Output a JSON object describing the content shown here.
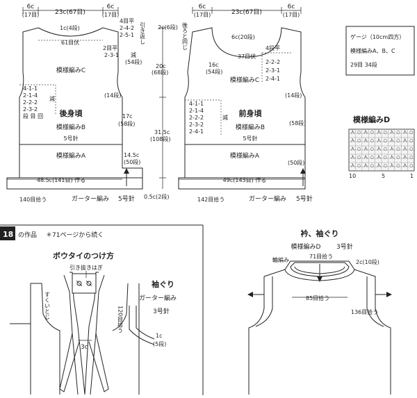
{
  "back": {
    "top_left_6c": "6c",
    "top_left_17": "(17目)",
    "top_mid": "23c(67目)",
    "top_right_6c": "6c",
    "top_right_17": "(17目)",
    "neck_1c4": "1c(4段)",
    "neck_4mokuhira": "4目平",
    "neck_242": "2-4-2",
    "neck_251": "2-5-1",
    "neck_hikinuki": "引き返し",
    "neck_2c6": "2c(6段)",
    "neck_61": "61目伏",
    "shoulder_2mokuhira": "2目平",
    "shoulder_231": "2-3-1",
    "shoulder_gen": "減",
    "pattern_c": "模様編みC",
    "arm_54": "(54段)",
    "arm_20c": "20c",
    "arm_68": "(68段)",
    "dec_4111": "4-1-1",
    "dec_2141": "2-1-4",
    "dec_2222": "2-2-2",
    "dec_2232": "2-3-2",
    "dec_gen": "減",
    "dec_header": "段 目 回",
    "title": "後身頃",
    "pattern_b": "模様編みB",
    "needle_5": "5号針",
    "side_14": "(14段)",
    "side_17c": "17c",
    "side_58": "(58段)",
    "total_315c": "31.5c",
    "total_108": "(108段)",
    "pattern_a": "模様編みA",
    "side_145c": "14.5c",
    "side_50": "(50段)",
    "cast_on": "48.5c(141目) 作る",
    "pick_up": "140目拾う",
    "garter": "ガーター編み",
    "garter_needle": "5号針",
    "hem_05c": "0.5c(2段)"
  },
  "front": {
    "top_left_6c": "6c",
    "top_left_17": "(17目)",
    "top_mid": "23c(67目)",
    "top_right_6c": "6c",
    "top_right_17": "(17目)",
    "same_as_back": "後ろと同じ",
    "neck_6c20": "6c(20段)",
    "neck_4mokuhira": "4段平",
    "neck_37": "37目伏",
    "neck_16c": "16c",
    "neck_54": "(54段)",
    "neck_2222": "2-2-2",
    "neck_2231": "2-3-1",
    "neck_2241": "2-4-1",
    "pattern_c": "模様編みC",
    "arm_14": "(14段)",
    "dec_4111": "4-1-1",
    "dec_2141": "2-1-4",
    "dec_2222": "2-2-2",
    "dec_2232": "2-3-2",
    "dec_2241": "2-4-1",
    "dec_gen": "減",
    "title": "前身頃",
    "pattern_b": "模様編みB",
    "needle_5": "5号針",
    "side_58": "(58段)",
    "pattern_a": "模様編みA",
    "side_50": "(50段)",
    "cast_on": "49c(143目) 作る",
    "pick_up": "142目拾う",
    "garter": "ガーター編み",
    "garter_needle": "5号針"
  },
  "gauge": {
    "title": "ゲージ（10cm四方）",
    "patterns": "模様編みA、B、C",
    "count": "29目 34段"
  },
  "pattern_d": {
    "title": "模様編みD",
    "scale_10": "10",
    "scale_5": "5",
    "scale_1": "1"
  },
  "work18": {
    "number": "18",
    "label": "の作品",
    "cont": "＊71ページから続く"
  },
  "bowtie": {
    "title": "ボウタイのつけ方",
    "hikinuki": "引き抜きはぎ",
    "suikuitoji": "すくいとじ",
    "size_3c": "3c"
  },
  "armhole": {
    "title": "袖ぐり",
    "method": "ガーター編み",
    "needle": "3号針",
    "pick_120": "120目拾う",
    "size_1c": "1c",
    "rows_5": "(5段)"
  },
  "collar": {
    "title": "衿、袖ぐり",
    "method": "模様編みD",
    "needle": "3号針",
    "ring": "輪編み",
    "pick_71": "71目拾う",
    "size_2c": "2c(10段)",
    "pick_85": "85目拾う",
    "pick_136": "136目拾う"
  }
}
